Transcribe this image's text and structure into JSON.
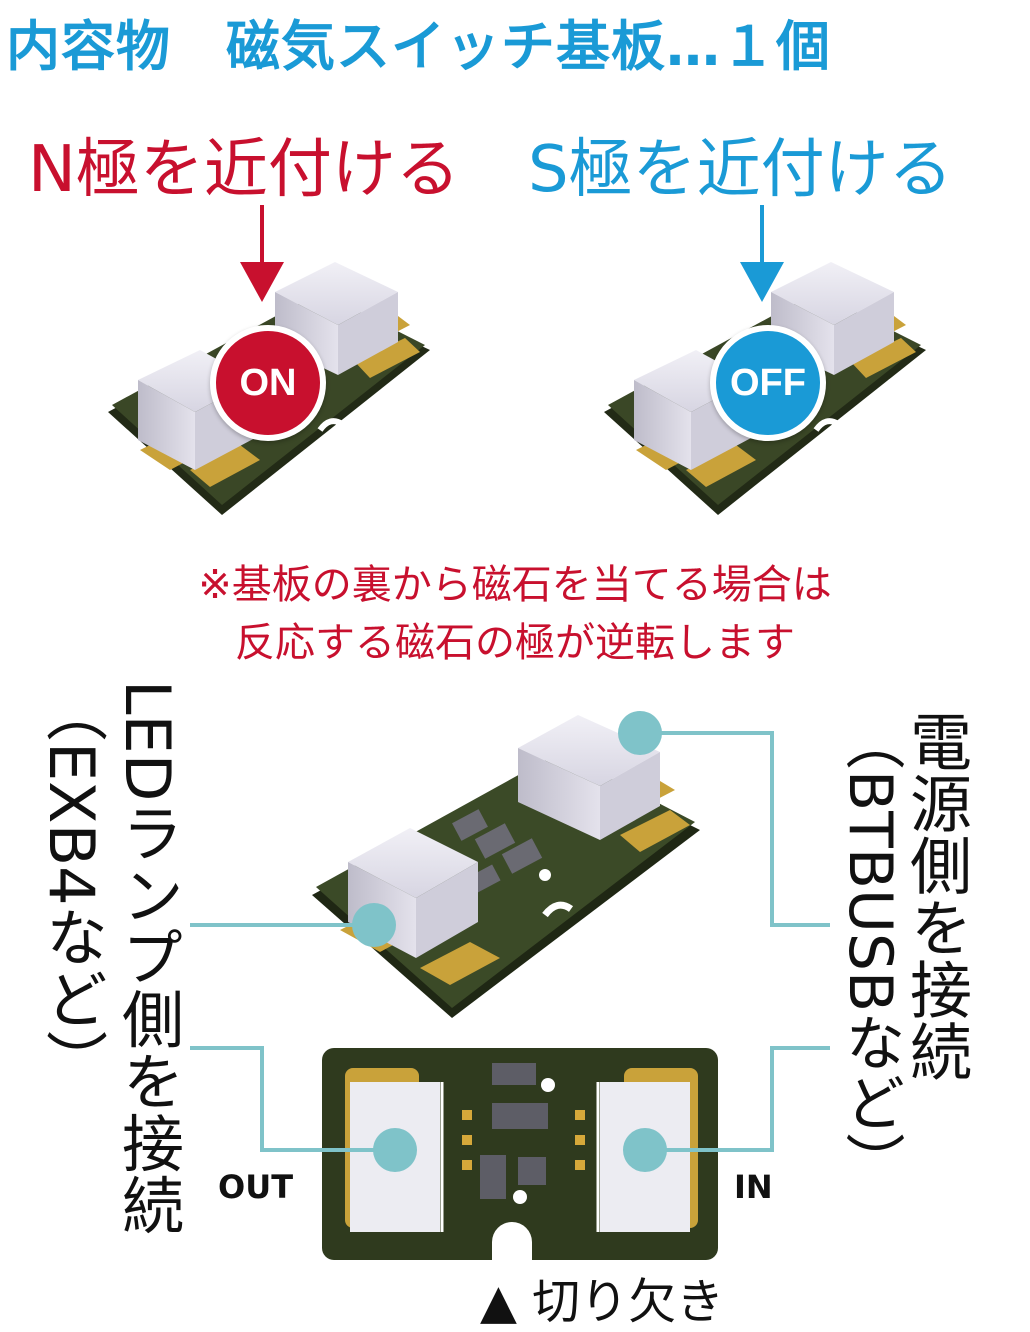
{
  "title": "内容物　磁気スイッチ基板…１個",
  "pole_n": "N極を近付ける",
  "pole_s": "S極を近付ける",
  "badge_on": "ON",
  "badge_off": "OFF",
  "note_line1": "※基板の裏から磁石を当てる場合は",
  "note_line2": "反応する磁石の極が逆転します",
  "left_label": "LEDランプ側を接続",
  "left_sub": "（EXB4など）",
  "right_label": "電源側を接続",
  "right_sub": "（BTBUSBなど）",
  "out_label": "OUT",
  "in_label": "IN",
  "notch_label": "▲ 切り欠き",
  "colors": {
    "red": "#c8102e",
    "blue": "#1a9ad6",
    "teal": "#7fc3c9",
    "pcb": "#2f3a1e",
    "gold": "#c9a23a",
    "connector": "#dcdae6"
  }
}
